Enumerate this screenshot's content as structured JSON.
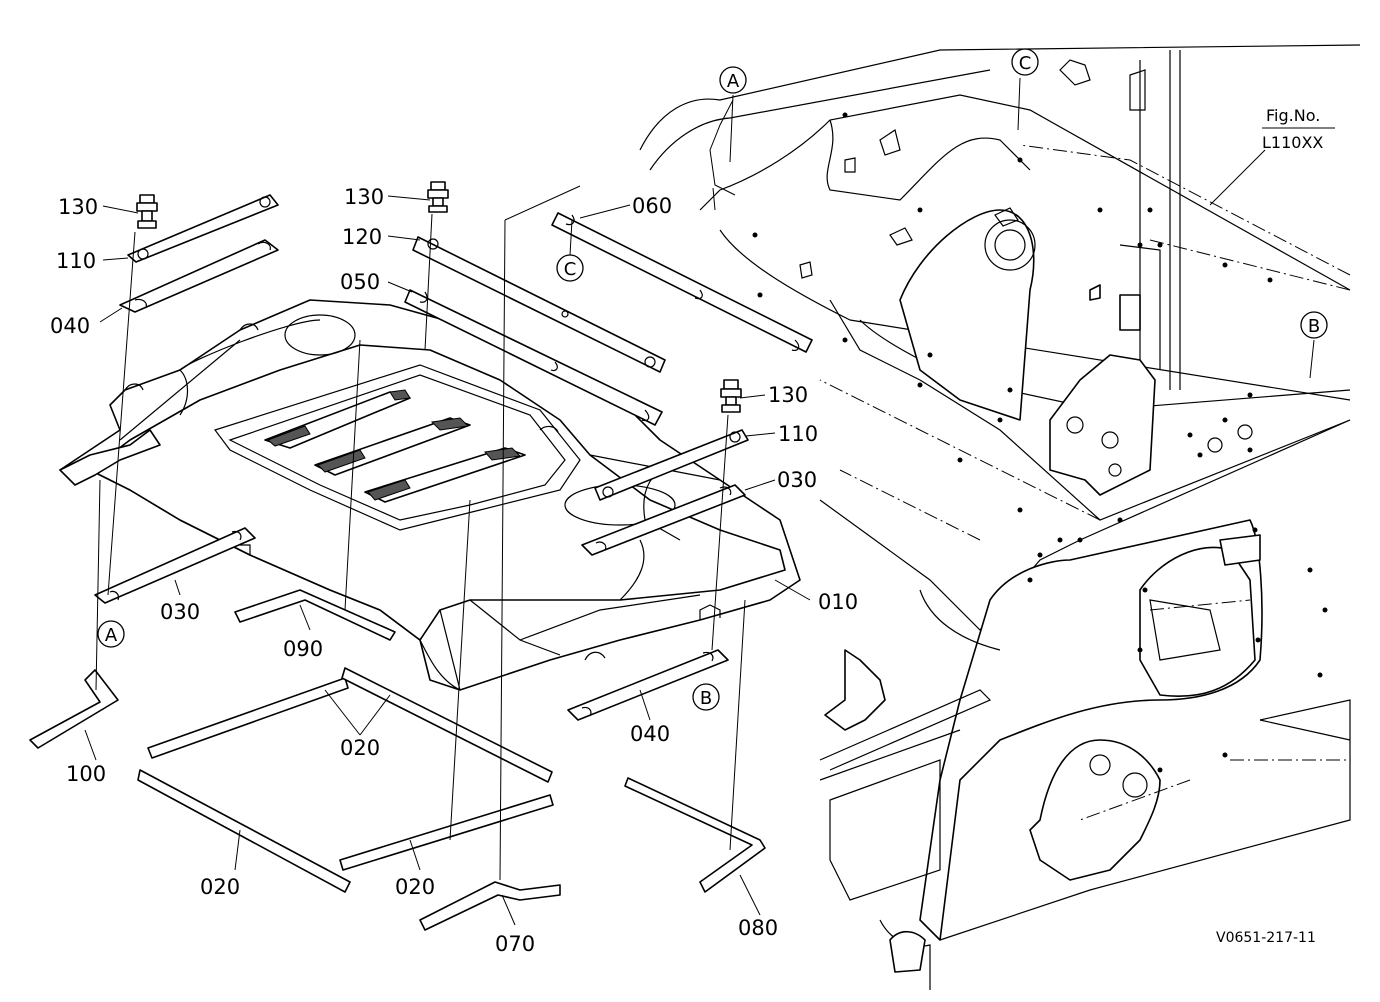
{
  "figure": {
    "reference_label": "Fig.No.",
    "reference_code": "L110XX",
    "drawing_code": "V0651-217-11"
  },
  "callouts": {
    "c010": "010",
    "c020a": "020",
    "c020b": "020",
    "c020c": "020",
    "c030a": "030",
    "c030b": "030",
    "c040a": "040",
    "c040b": "040",
    "c050": "050",
    "c060": "060",
    "c070": "070",
    "c080": "080",
    "c090": "090",
    "c100": "100",
    "c110a": "110",
    "c110b": "110",
    "c120": "120",
    "c130a": "130",
    "c130b": "130",
    "c130c": "130"
  },
  "reference_markers": {
    "a_top": "A",
    "a_bottom": "A",
    "b_right": "B",
    "b_bottom": "B",
    "c_top": "C",
    "c_mid": "C"
  }
}
